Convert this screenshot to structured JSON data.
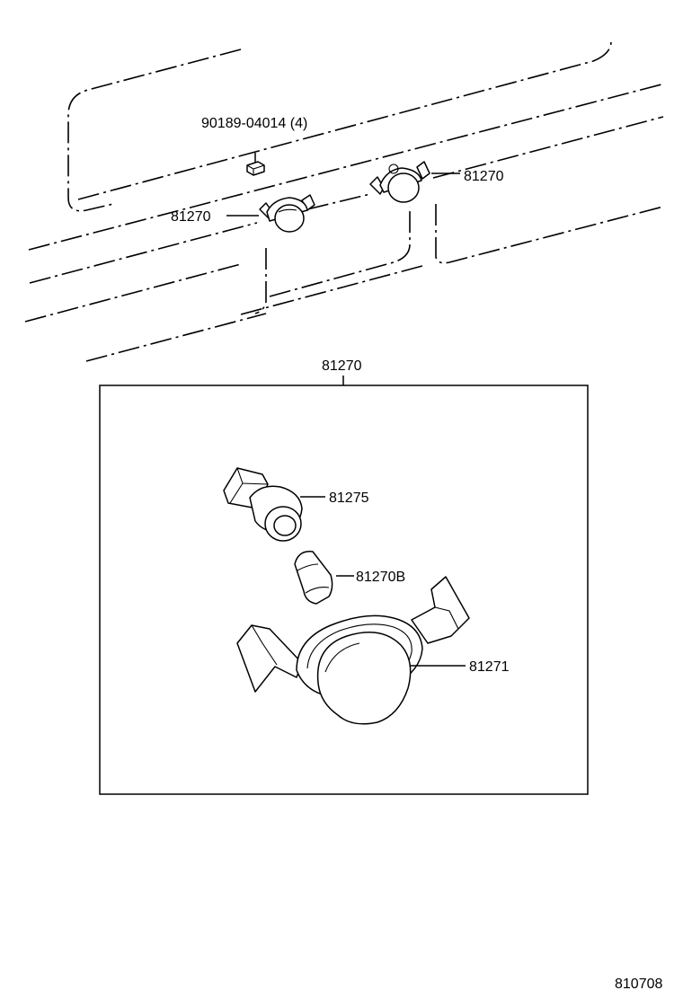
{
  "diagram": {
    "callouts": {
      "screw": "90189-04014 (4)",
      "lamp_left": "81270",
      "lamp_right": "81270",
      "assembly": "81270",
      "socket": "81275",
      "bulb": "81270B",
      "lens": "81271"
    },
    "drawing_number": "810708"
  }
}
